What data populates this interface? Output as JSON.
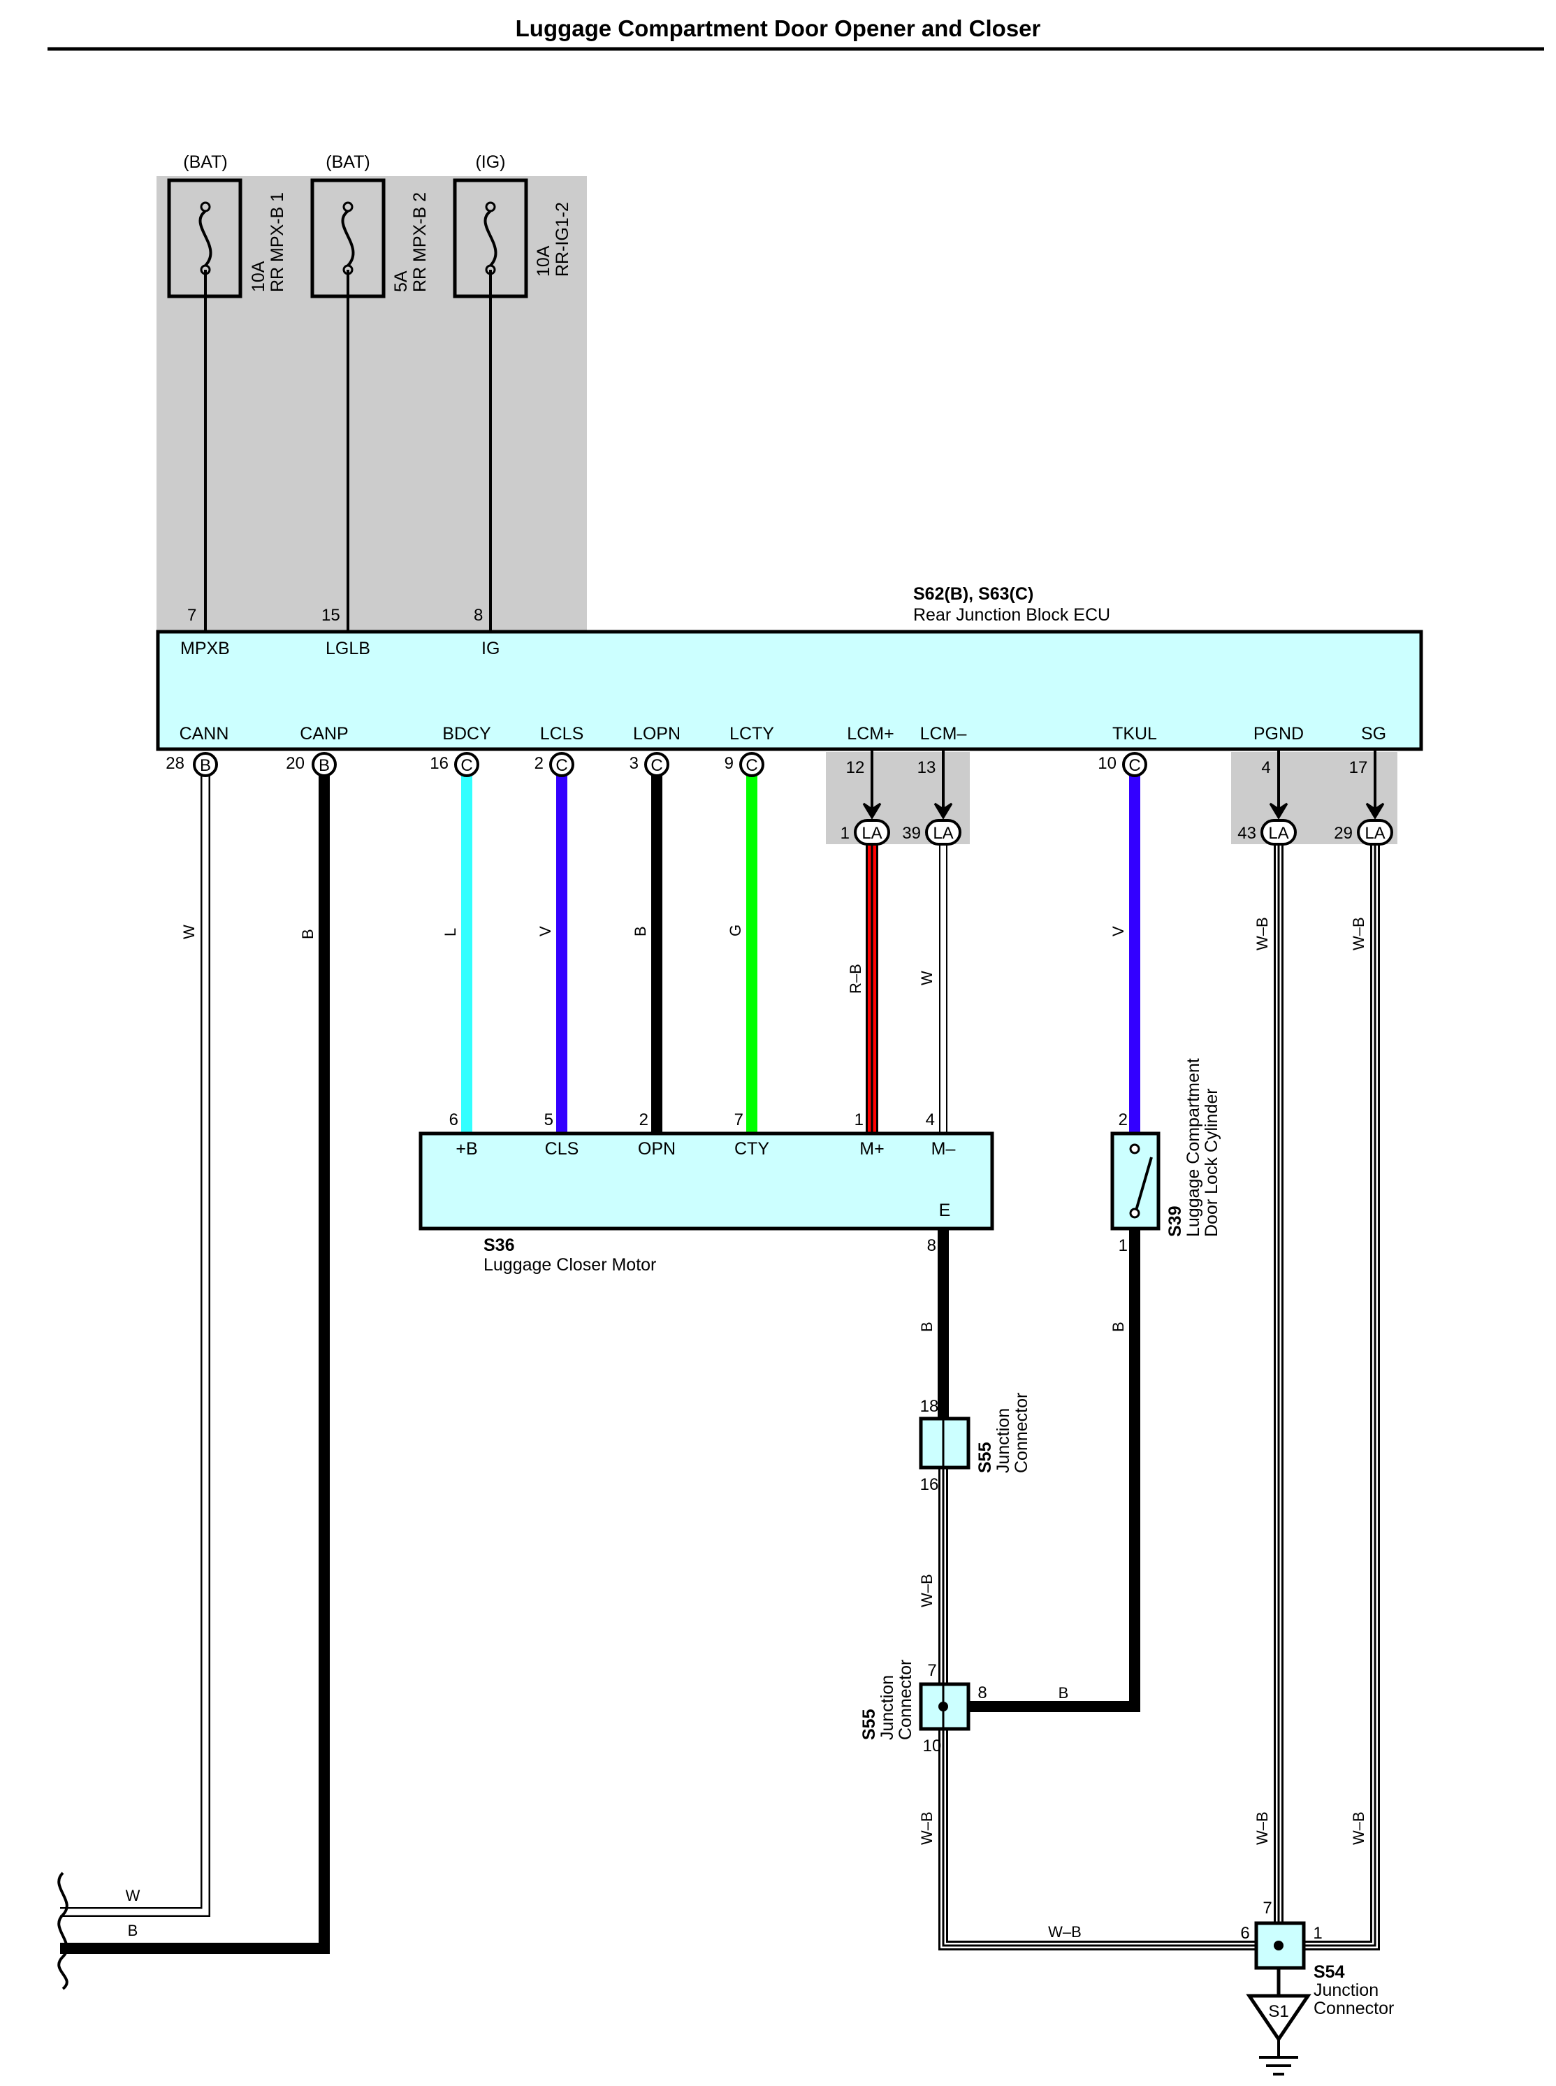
{
  "title": "Luggage Compartment Door Opener and Closer",
  "colors": {
    "box_fill": "#ccffff",
    "gray_area": "#cccccc",
    "wire_L": "#33ffff",
    "wire_V": "#3300ff",
    "wire_G": "#00ff00",
    "wire_R": "#ff0000",
    "wire_B": "#000000",
    "wire_W": "#ffffff"
  },
  "fuses": [
    {
      "source": "(BAT)",
      "rating": "10A",
      "name": "RR MPX-B 1"
    },
    {
      "source": "(BAT)",
      "rating": "5A",
      "name": "RR MPX-B 2"
    },
    {
      "source": "(IG)",
      "rating": "10A",
      "name": "RR-IG1-2"
    }
  ],
  "ecu": {
    "id": "S62(B), S63(C)",
    "name": "Rear Junction Block ECU",
    "top_pins": [
      {
        "num": "7",
        "label": "MPXB"
      },
      {
        "num": "15",
        "label": "LGLB"
      },
      {
        "num": "8",
        "label": "IG"
      }
    ],
    "bottom_pins": [
      {
        "label": "CANN",
        "num": "28",
        "conn": "B"
      },
      {
        "label": "CANP",
        "num": "20",
        "conn": "B"
      },
      {
        "label": "BDCY",
        "num": "16",
        "conn": "C"
      },
      {
        "label": "LCLS",
        "num": "2",
        "conn": "C"
      },
      {
        "label": "LOPN",
        "num": "3",
        "conn": "C"
      },
      {
        "label": "LCTY",
        "num": "9",
        "conn": "C"
      },
      {
        "label": "LCM+",
        "num": "12"
      },
      {
        "label": "LCM–",
        "num": "13"
      },
      {
        "label": "TKUL",
        "num": "10",
        "conn": "C"
      },
      {
        "label": "PGND",
        "num": "4"
      },
      {
        "label": "SG",
        "num": "17"
      }
    ],
    "la_pins": [
      {
        "num": "1",
        "conn": "LA"
      },
      {
        "num": "39",
        "conn": "LA"
      },
      {
        "num": "43",
        "conn": "LA"
      },
      {
        "num": "29",
        "conn": "LA"
      }
    ]
  },
  "wire_labels": {
    "cann": "W",
    "canp": "B",
    "bdcy": "L",
    "lcls": "V",
    "lopn": "B",
    "lcty": "G",
    "lcm_plus": "R–B",
    "lcm_minus": "W",
    "tkul": "V",
    "pgnd": "W–B",
    "sg": "W–B",
    "motor_e": "B",
    "s39_out": "B",
    "s55_mid": "W–B",
    "s55_h": "B",
    "s55_low": "W–B",
    "pgnd_low": "W–B",
    "sg_low": "W–B",
    "bottom_h": "W–B",
    "left_w": "W",
    "left_b": "B"
  },
  "motor": {
    "id": "S36",
    "name": "Luggage Closer Motor",
    "pins": [
      {
        "num": "6",
        "label": "+B"
      },
      {
        "num": "5",
        "label": "CLS"
      },
      {
        "num": "2",
        "label": "OPN"
      },
      {
        "num": "7",
        "label": "CTY"
      },
      {
        "num": "1",
        "label": "M+"
      },
      {
        "num": "4",
        "label": "M–"
      }
    ],
    "e_label": "E",
    "e_num": "8"
  },
  "switch": {
    "id": "S39",
    "name_line1": "Luggage Compartment",
    "name_line2": "Door Lock Cylinder",
    "top_num": "2",
    "bottom_num": "1"
  },
  "junction_upper": {
    "id": "S55",
    "line1": "Junction",
    "line2": "Connector",
    "top_num": "18",
    "bottom_num": "16"
  },
  "junction_lower": {
    "id": "S55",
    "line1": "Junction",
    "line2": "Connector",
    "top_num": "7",
    "right_num": "8",
    "bottom_num": "10"
  },
  "junction_s54": {
    "id": "S54",
    "line1": "Junction",
    "line2": "Connector",
    "top_num": "7",
    "left_num": "6",
    "right_num": "1"
  },
  "ground": {
    "label": "S1"
  }
}
